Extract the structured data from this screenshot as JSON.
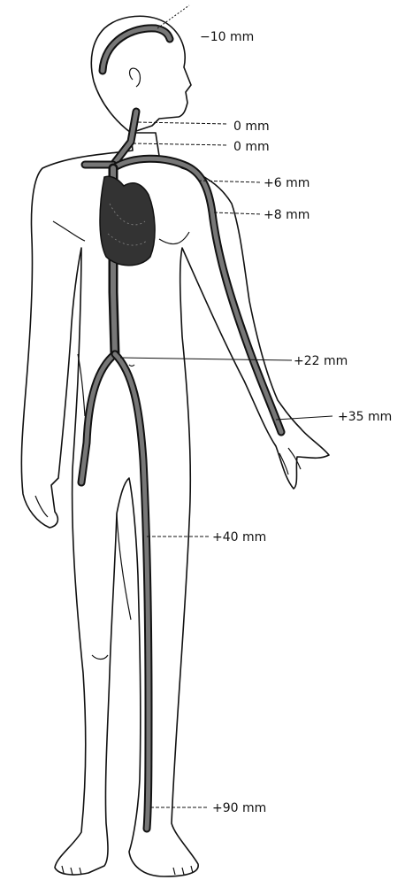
{
  "labels": {
    "head": "−10 mm",
    "neck_upper": "0 mm",
    "neck_lower": "0 mm",
    "shoulder": "+6 mm",
    "upper_arm": "+8 mm",
    "abdomen": "+22 mm",
    "hand": "+35 mm",
    "thigh": "+40 mm",
    "ankle": "+90 mm"
  },
  "colors": {
    "line": "#111111",
    "vessel_fill": "#777777",
    "heart_fill": "#333333"
  }
}
